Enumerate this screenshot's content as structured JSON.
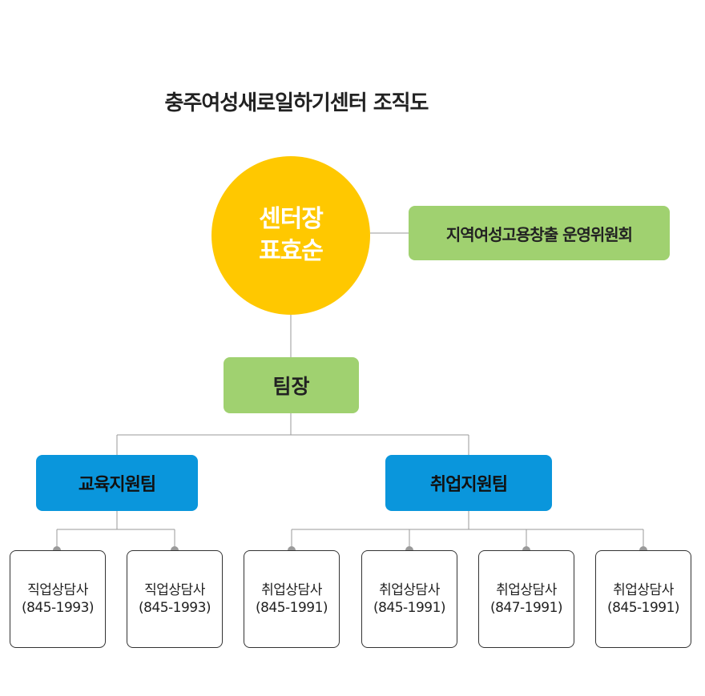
{
  "title": "충주여성새로일하기센터 조직도",
  "director": {
    "role": "센터장",
    "name": "표효순"
  },
  "committee": "지역여성고용창출 운영위원회",
  "team_leader": "팀장",
  "teams": [
    {
      "name": "교육지원팀"
    },
    {
      "name": "취업지원팀"
    }
  ],
  "staff": [
    {
      "role": "직업상담사",
      "phone": "(845-1993)"
    },
    {
      "role": "직업상담사",
      "phone": "(845-1993)"
    },
    {
      "role": "취업상담사",
      "phone": "(845-1991)"
    },
    {
      "role": "취업상담사",
      "phone": "(845-1991)"
    },
    {
      "role": "취업상담사",
      "phone": "(847-1991)"
    },
    {
      "role": "취업상담사",
      "phone": "(845-1991)"
    }
  ]
}
